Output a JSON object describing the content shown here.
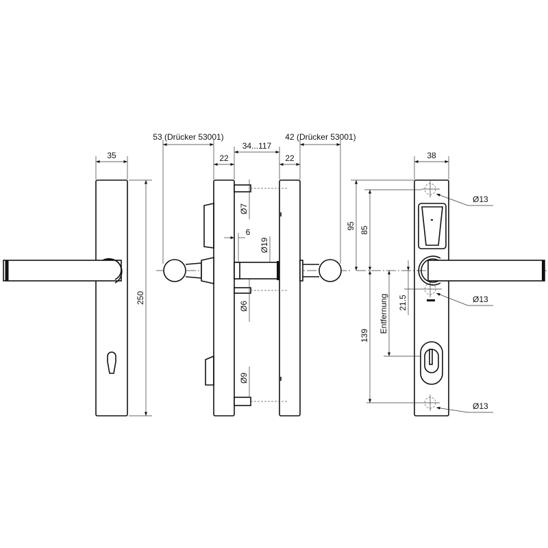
{
  "drawing": {
    "left_view": {
      "width": "35",
      "height": "250"
    },
    "side_view": {
      "lever_left": "53 (Drücker 53001)",
      "lever_right": "42 (Drücker 53001)",
      "door_thickness": "34...117",
      "plate_left": "22",
      "plate_right": "22",
      "bolt_top": "Ø7",
      "offset": "6",
      "spindle": "Ø19",
      "bolt_mid": "Ø6",
      "bolt_bottom": "Ø9"
    },
    "right_view": {
      "width": "38",
      "top_hole_95": "95",
      "top_hole_85": "85",
      "bottom_hole": "139",
      "distance_label": "Entfernung",
      "mid_hole": "21.5",
      "hole1": "Ø13",
      "hole2": "Ø13",
      "hole3": "Ø13"
    }
  }
}
